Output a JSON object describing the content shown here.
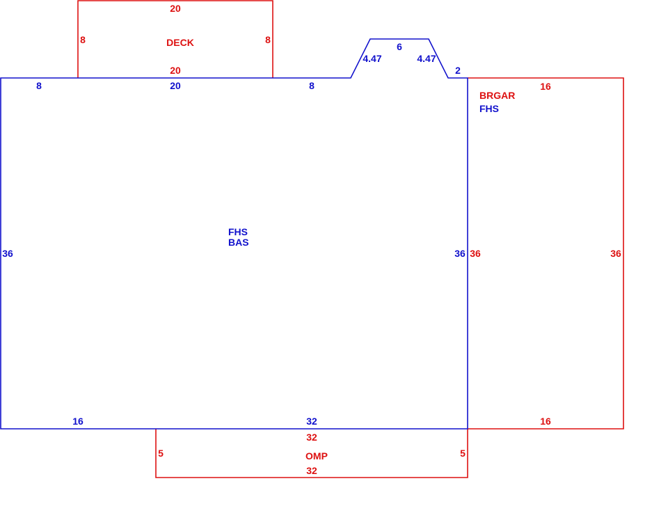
{
  "colors": {
    "main": "#1111cc",
    "addon": "#dd1111"
  },
  "main_area": {
    "name_line1": "FHS",
    "name_line2": "BAS",
    "dims": {
      "top_left": "8",
      "top_mid": "20",
      "top_right": "8",
      "bay_left": "4.47",
      "bay_top": "6",
      "bay_right": "4.47",
      "bay_return": "2",
      "left": "36",
      "right": "36",
      "bottom_left": "16",
      "bottom_mid": "32"
    }
  },
  "deck": {
    "name": "DECK",
    "dims": {
      "top": "20",
      "left": "8",
      "right": "8",
      "bottom": "20"
    }
  },
  "garage": {
    "name_line1": "BRGAR",
    "name_line2": "FHS",
    "dims": {
      "top": "16",
      "left": "36",
      "right": "36",
      "bottom": "16"
    }
  },
  "porch": {
    "name": "OMP",
    "dims": {
      "top": "32",
      "left": "5",
      "right": "5",
      "bottom": "32"
    }
  }
}
